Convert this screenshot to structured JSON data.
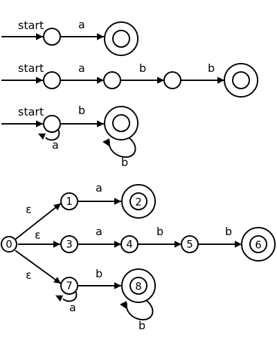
{
  "diagram": {
    "start_label": "start",
    "automata": [
      {
        "id": "a",
        "states": [
          {
            "id": "s0",
            "accepting": false
          },
          {
            "id": "s1",
            "accepting": true
          }
        ],
        "edges": [
          {
            "from": "start",
            "to": "s0",
            "label": "start"
          },
          {
            "from": "s0",
            "to": "s1",
            "label": "a"
          }
        ]
      },
      {
        "id": "abb",
        "states": [
          {
            "id": "s0",
            "accepting": false
          },
          {
            "id": "s1",
            "accepting": false
          },
          {
            "id": "s2",
            "accepting": false
          },
          {
            "id": "s3",
            "accepting": true
          }
        ],
        "edges": [
          {
            "from": "start",
            "to": "s0",
            "label": "start"
          },
          {
            "from": "s0",
            "to": "s1",
            "label": "a"
          },
          {
            "from": "s1",
            "to": "s2",
            "label": "b"
          },
          {
            "from": "s2",
            "to": "s3",
            "label": "b"
          }
        ]
      },
      {
        "id": "a*b+",
        "states": [
          {
            "id": "s0",
            "accepting": false
          },
          {
            "id": "s1",
            "accepting": true
          }
        ],
        "edges": [
          {
            "from": "start",
            "to": "s0",
            "label": "start"
          },
          {
            "from": "s0",
            "to": "s0",
            "label": "a"
          },
          {
            "from": "s0",
            "to": "s1",
            "label": "b"
          },
          {
            "from": "s1",
            "to": "s1",
            "label": "b"
          }
        ]
      }
    ],
    "nfa": {
      "states": [
        {
          "id": "0",
          "label": "0",
          "accepting": false
        },
        {
          "id": "1",
          "label": "1",
          "accepting": false
        },
        {
          "id": "2",
          "label": "2",
          "accepting": true
        },
        {
          "id": "3",
          "label": "3",
          "accepting": false
        },
        {
          "id": "4",
          "label": "4",
          "accepting": false
        },
        {
          "id": "5",
          "label": "5",
          "accepting": false
        },
        {
          "id": "6",
          "label": "6",
          "accepting": true
        },
        {
          "id": "7",
          "label": "7",
          "accepting": false
        },
        {
          "id": "8",
          "label": "8",
          "accepting": true
        }
      ],
      "edges": [
        {
          "from": "0",
          "to": "1",
          "label": "ε"
        },
        {
          "from": "0",
          "to": "3",
          "label": "ε"
        },
        {
          "from": "0",
          "to": "7",
          "label": "ε"
        },
        {
          "from": "1",
          "to": "2",
          "label": "a"
        },
        {
          "from": "3",
          "to": "4",
          "label": "a"
        },
        {
          "from": "4",
          "to": "5",
          "label": "b"
        },
        {
          "from": "5",
          "to": "6",
          "label": "b"
        },
        {
          "from": "7",
          "to": "7",
          "label": "a"
        },
        {
          "from": "7",
          "to": "8",
          "label": "b"
        },
        {
          "from": "8",
          "to": "8",
          "label": "b"
        }
      ]
    }
  }
}
